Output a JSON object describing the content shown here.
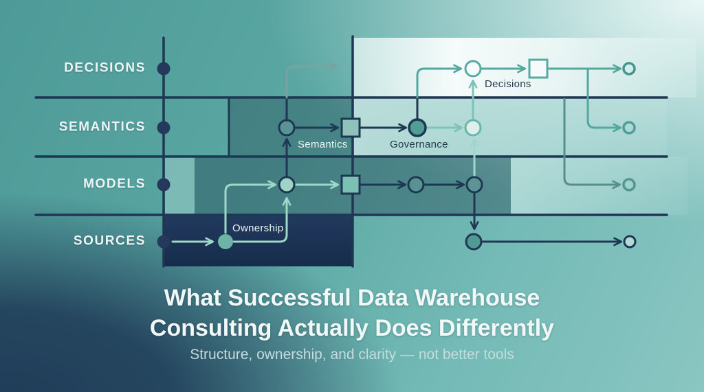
{
  "title": {
    "line1": "What Successful Data Warehouse",
    "line2": "Consulting Actually Does Differently",
    "subtitle": "Structure, ownership, and clarity — not better tools"
  },
  "rows": [
    {
      "label": "DECISIONS"
    },
    {
      "label": "SEMANTICS"
    },
    {
      "label": "MODELS"
    },
    {
      "label": "SOURCES"
    }
  ],
  "annotations": {
    "ownership": "Ownership",
    "semantics": "Semantics",
    "governance": "Governance",
    "decisions": "Decisions"
  },
  "colors": {
    "navy": "#1e3752",
    "teal": "#53a79e",
    "mint": "#9fd8c9",
    "mint_medium": "#7cc4b8",
    "muted": "#77a4a2",
    "muted_dark": "#558e8b",
    "background_teal": "#5aa7a3",
    "background_dark": "#203c58",
    "panel_light": "#f7fcfb",
    "sources_box": "#1b3152",
    "label_text": "#edf5f4",
    "dark_label_text": "#26394f"
  }
}
